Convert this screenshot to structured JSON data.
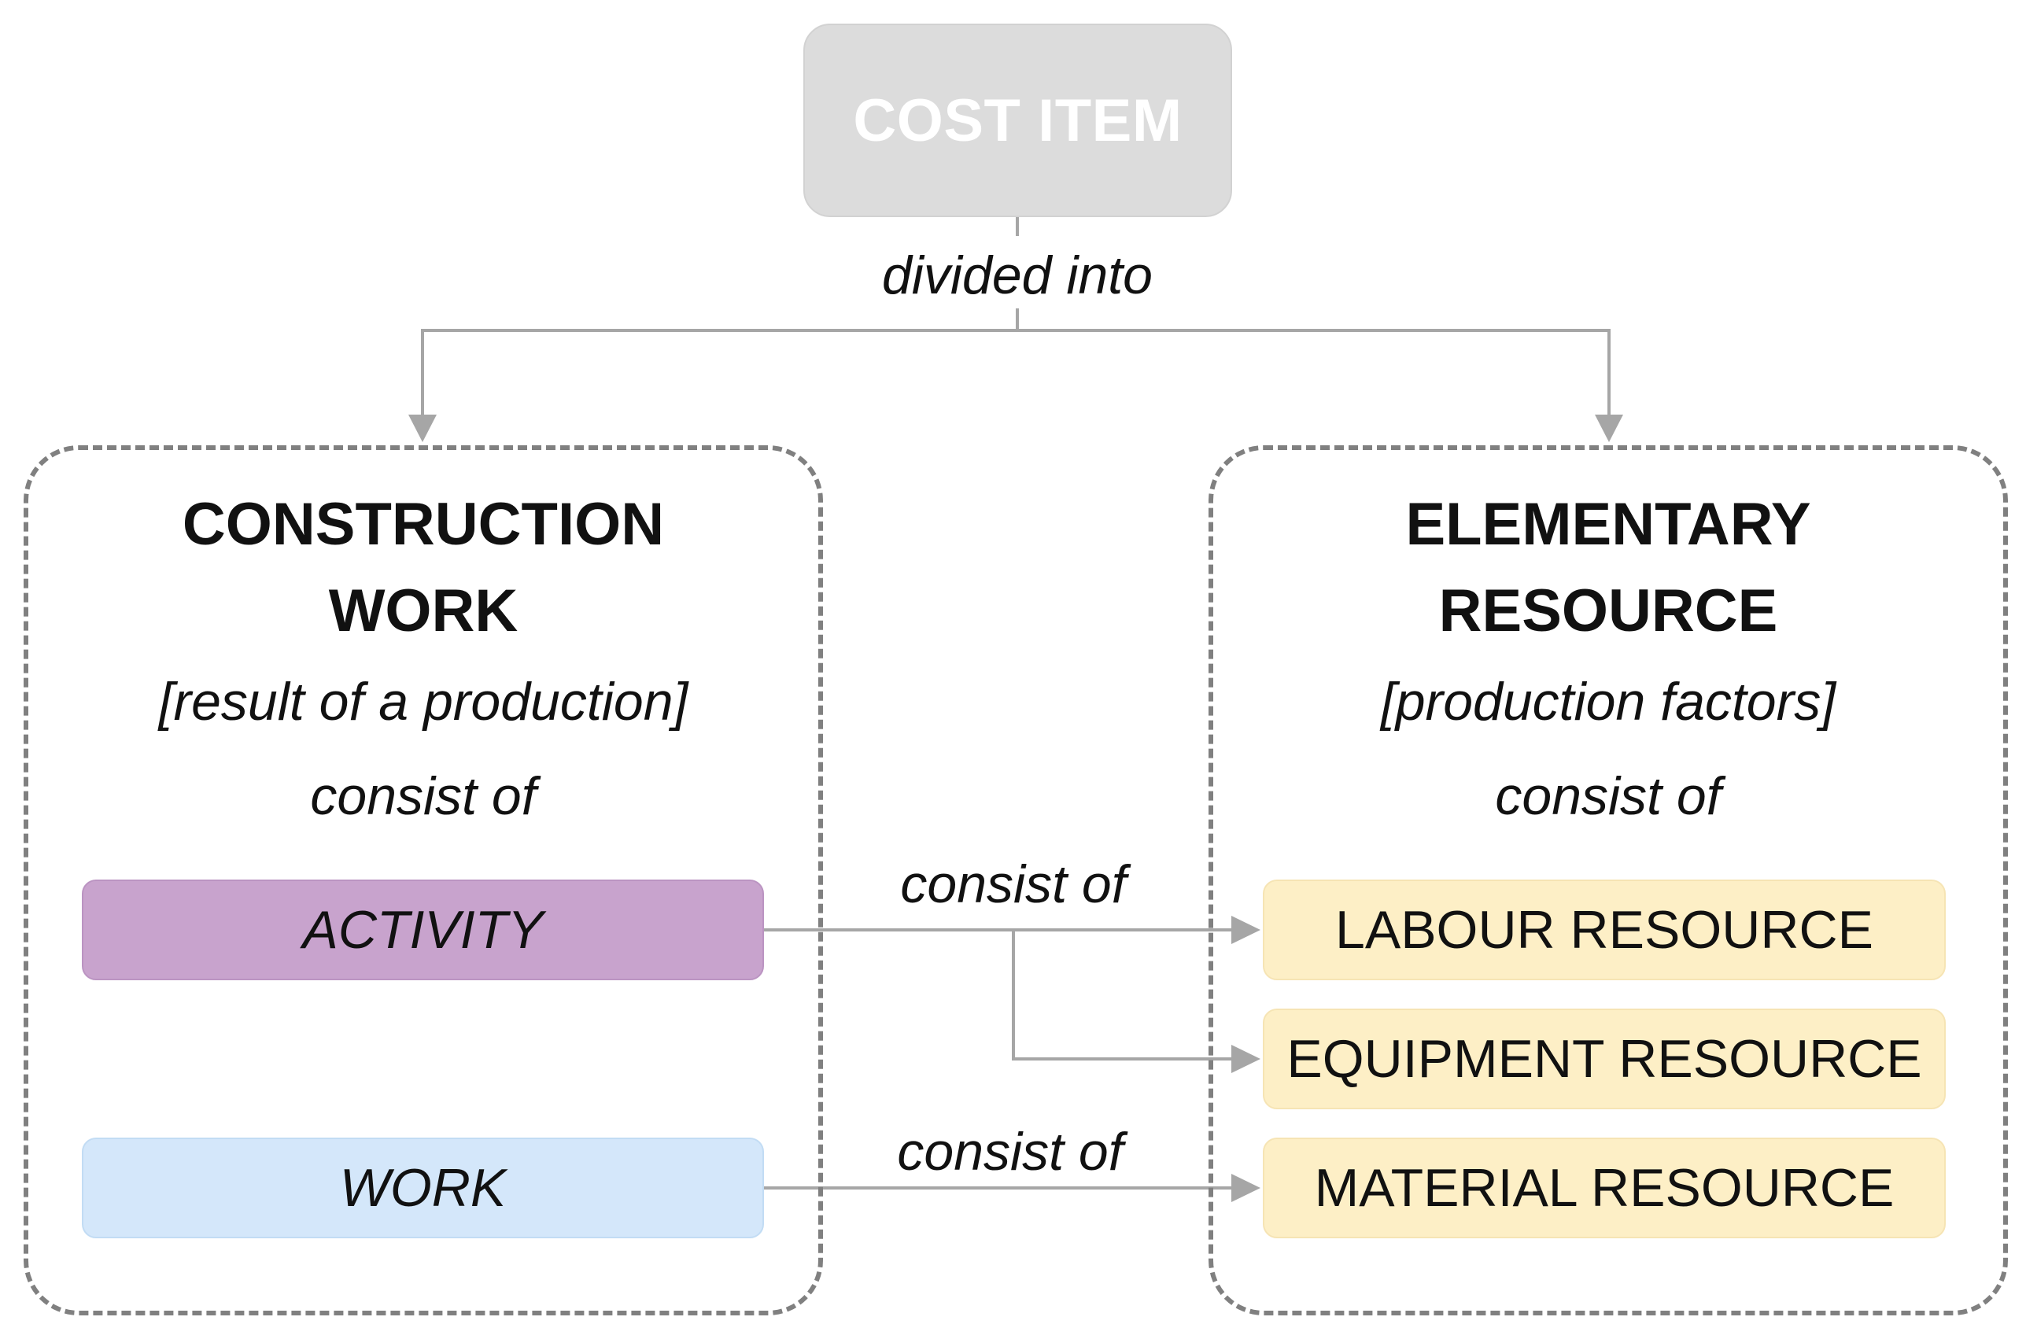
{
  "diagram": {
    "root": {
      "label": "COST ITEM"
    },
    "root_edge_label": "divided into",
    "left_group": {
      "title_line1": "CONSTRUCTION",
      "title_line2": "WORK",
      "subtitle": "[result of a production]",
      "relation": "consist of",
      "items": [
        {
          "label": "ACTIVITY",
          "color": "#c8a3cd"
        },
        {
          "label": "WORK",
          "color": "#d4e7fa"
        }
      ]
    },
    "right_group": {
      "title_line1": "ELEMENTARY",
      "title_line2": "RESOURCE",
      "subtitle": "[production factors]",
      "relation": "consist of",
      "items": [
        {
          "label": "LABOUR RESOURCE",
          "color": "#fdefc6"
        },
        {
          "label": "EQUIPMENT RESOURCE",
          "color": "#fdefc6"
        },
        {
          "label": "MATERIAL RESOURCE",
          "color": "#fdefc6"
        }
      ]
    },
    "activity_edge_label": "consist of",
    "work_edge_label": "consist of",
    "colors": {
      "root_fill": "#dcdcdc",
      "connector": "#a6a6a6",
      "group_border": "#808080"
    }
  }
}
